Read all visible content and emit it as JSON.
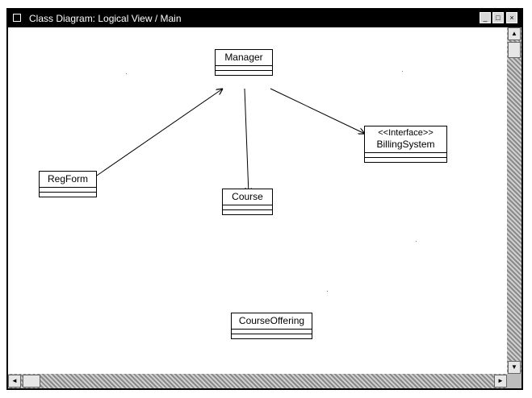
{
  "window": {
    "title": "Class Diagram: Logical View / Main",
    "buttons": {
      "minimize": "_",
      "maximize": "□",
      "close": "×"
    }
  },
  "diagram": {
    "classes": {
      "manager": {
        "name": "Manager"
      },
      "regform": {
        "name": "RegForm"
      },
      "course": {
        "name": "Course"
      },
      "billing": {
        "stereotype": "<<Interface>>",
        "name": "BillingSystem"
      },
      "courseoffering": {
        "name": "CourseOffering"
      }
    },
    "associations": [
      {
        "from": "RegForm",
        "to": "Manager"
      },
      {
        "from": "Manager",
        "to": "Course"
      },
      {
        "from": "Manager",
        "to": "BillingSystem"
      }
    ]
  },
  "scrollbars": {
    "up": "▲",
    "down": "▼",
    "left": "◄",
    "right": "►"
  },
  "colors": {
    "titlebar": "#000000",
    "canvas": "#ffffff",
    "scrollbar": "#8a8a8a"
  }
}
